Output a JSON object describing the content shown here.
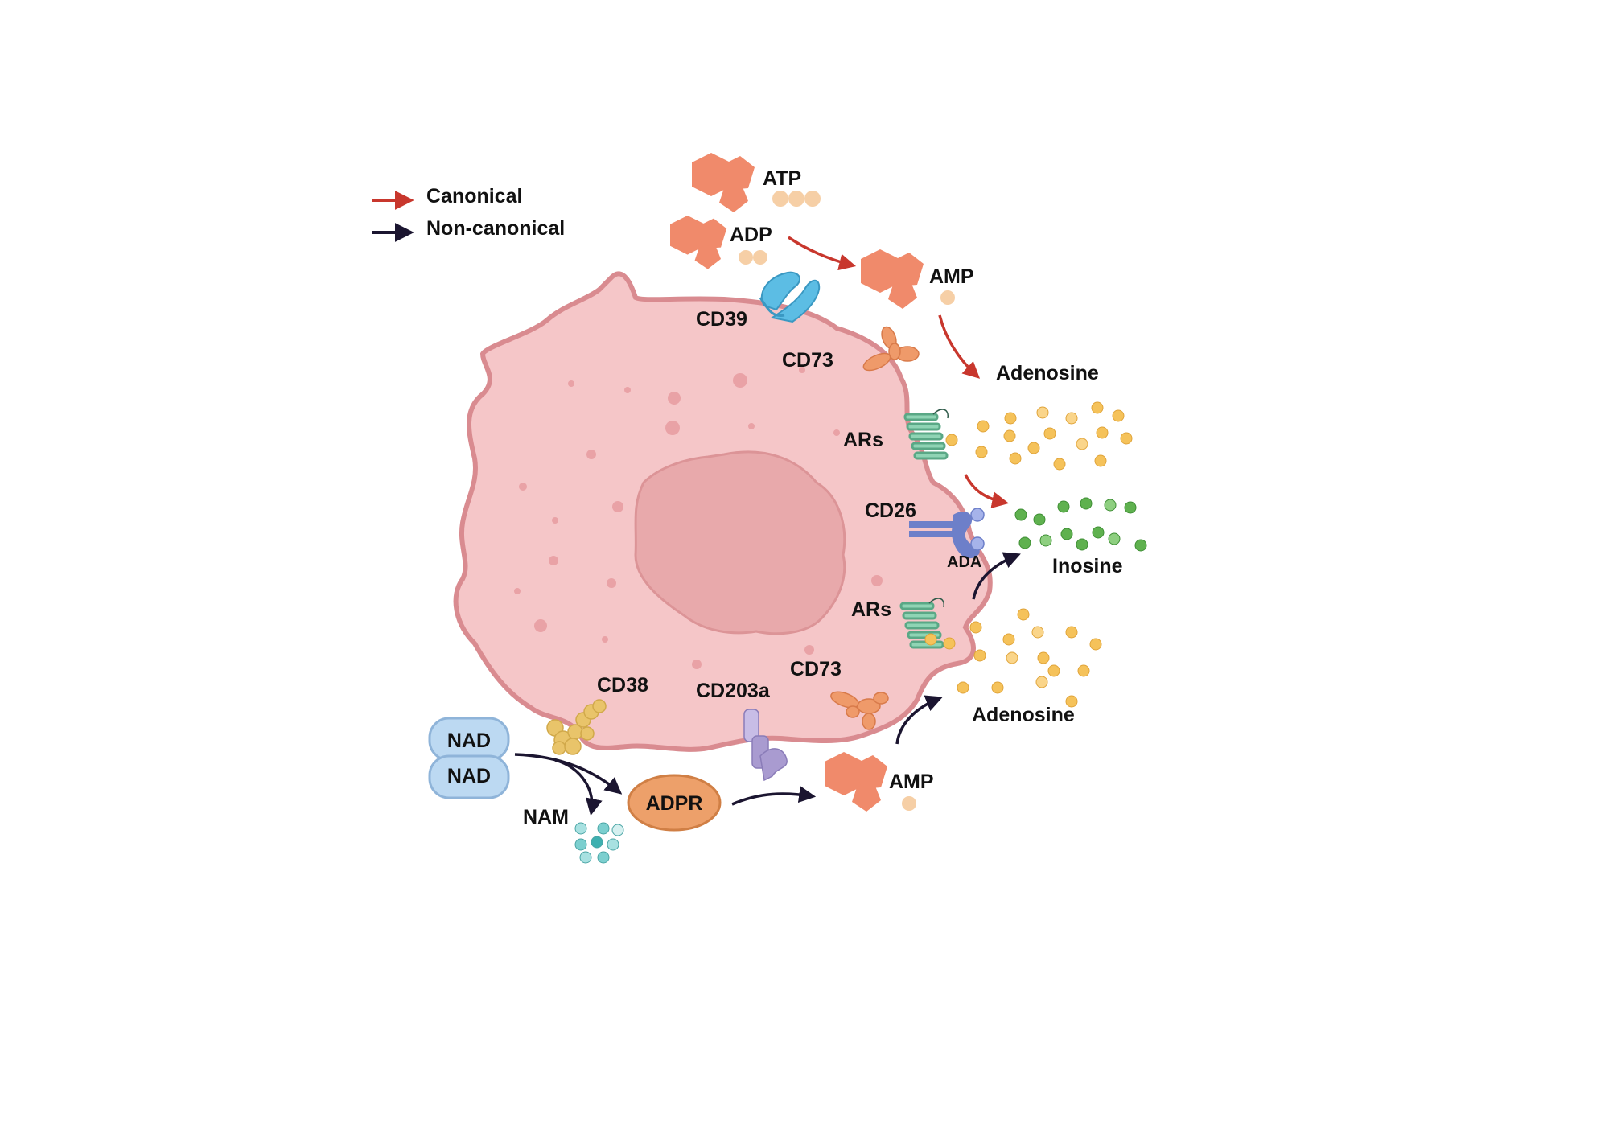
{
  "legend": {
    "canonical": "Canonical",
    "non_canonical": "Non-canonical"
  },
  "colors": {
    "canonical_arrow": "#c8372d",
    "non_canonical_arrow": "#1b1530",
    "cell_fill": "#f5c6c8",
    "cell_stroke": "#d98b90",
    "nucleus_fill": "#e8a9ab",
    "nucleotide": "#f08a6b",
    "phosphate": "#f6cfa6",
    "adenosine_dot": "#f5c25a",
    "inosine_dot": "#5fb14f",
    "nam_dot": "#7ccfcf",
    "nad_box": "#bcd9f2",
    "adpr": "#eda06a",
    "cd39": "#5cbde4",
    "cd73": "#ef9a6a",
    "ars": "#6fbf9e",
    "cd26": "#6d7fc9",
    "cd38": "#e9c46a",
    "cd203a": "#a99bd0"
  },
  "molecules": {
    "atp": "ATP",
    "adp": "ADP",
    "amp_top": "AMP",
    "adenosine_top": "Adenosine",
    "inosine": "Inosine",
    "adenosine_bottom": "Adenosine",
    "amp_bottom": "AMP",
    "adpr": "ADPR",
    "nad_1": "NAD",
    "nad_2": "NAD",
    "nam": "NAM"
  },
  "enzymes": {
    "cd39": "CD39",
    "cd73_top": "CD73",
    "ars_top": "ARs",
    "cd26": "CD26",
    "ada": "ADA",
    "ars_bottom": "ARs",
    "cd73_bottom": "CD73",
    "cd203a": "CD203a",
    "cd38": "CD38"
  }
}
